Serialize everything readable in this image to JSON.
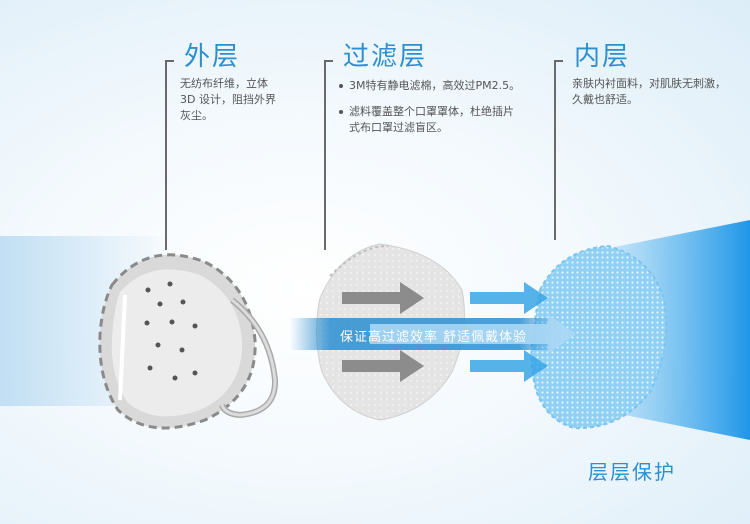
{
  "layers": [
    {
      "title": "外层",
      "lines": [
        "无纺布纤维，立体",
        "3D 设计，阻挡外界",
        "灰尘。"
      ]
    },
    {
      "title": "过滤层",
      "bullets": [
        [
          "3M特有静电滤棉，高效过PM2.5。"
        ],
        [
          "滤料覆盖整个口罩罩体，杜绝插片",
          "式布口罩过滤盲区。"
        ]
      ]
    },
    {
      "title": "内层",
      "lines": [
        "亲肤内衬面料，对肌肤无刺激，",
        "久戴也舒适。"
      ]
    }
  ],
  "band_text": "保证高过滤效率  舒适佩戴体验",
  "footer": "层层保护",
  "colors": {
    "accent": "#2b8fd1",
    "arrow_gray": "#8c8c8c",
    "arrow_blue": "#3aa6e6",
    "band": "#2b8fd1"
  }
}
